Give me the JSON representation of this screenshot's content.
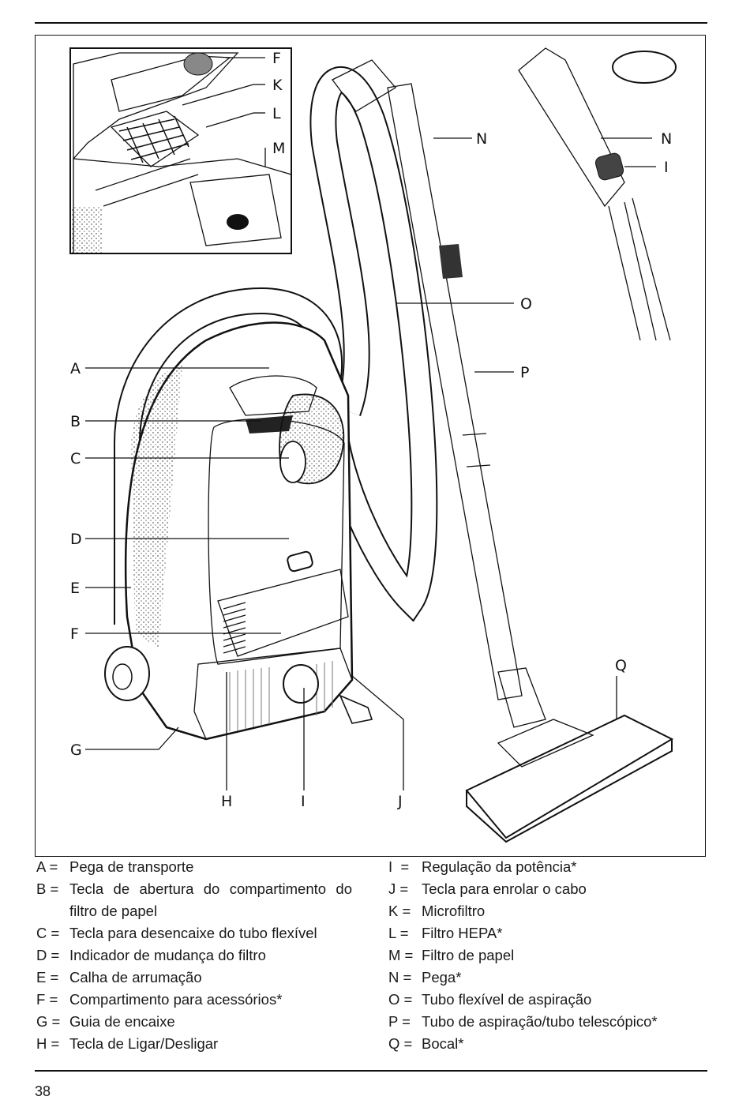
{
  "figure_labels": {
    "A": "A",
    "B": "B",
    "C": "C",
    "D": "D",
    "E": "E",
    "F": "F",
    "G": "G",
    "H": "H",
    "I": "I",
    "J": "J",
    "K": "K",
    "L": "L",
    "M": "M",
    "N": "N",
    "O": "O",
    "P": "P",
    "Q": "Q"
  },
  "legend": {
    "left": [
      {
        "key": "A =",
        "text": "Pega de transporte"
      },
      {
        "key": "B =",
        "text": "Tecla de abertura do compartimento do filtro de papel"
      },
      {
        "key": "C =",
        "text": "Tecla para desencaixe do tubo flexível"
      },
      {
        "key": "D =",
        "text": "Indicador de mudança do filtro"
      },
      {
        "key": "E =",
        "text": "Calha de arrumação"
      },
      {
        "key": "F =",
        "text": "Compartimento para acessórios*"
      },
      {
        "key": "G =",
        "text": "Guia de encaixe"
      },
      {
        "key": "H =",
        "text": "Tecla de Ligar/Desligar"
      }
    ],
    "right": [
      {
        "key": "I  =",
        "text": "Regulação da potência*"
      },
      {
        "key": "J =",
        "text": "Tecla para enrolar o cabo"
      },
      {
        "key": "K =",
        "text": "Microfiltro"
      },
      {
        "key": "L =",
        "text": "Filtro HEPA*"
      },
      {
        "key": "M =",
        "text": "Filtro de papel"
      },
      {
        "key": "N =",
        "text": "Pega*"
      },
      {
        "key": "O =",
        "text": "Tubo flexível de aspiração"
      },
      {
        "key": "P =",
        "text": "Tubo de aspiração/tubo telescópico*"
      },
      {
        "key": "Q =",
        "text": "Bocal*"
      }
    ]
  },
  "page_number": "38"
}
